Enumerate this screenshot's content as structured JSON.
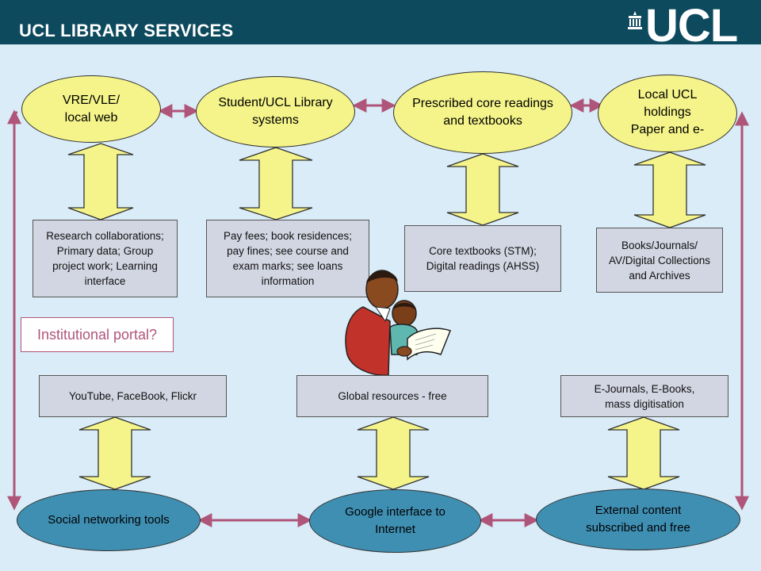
{
  "header": {
    "title": "UCL LIBRARY SERVICES",
    "logo_text": "UCL"
  },
  "top_ellipses": [
    {
      "label": "VRE/VLE/\nlocal web"
    },
    {
      "label": "Student/UCL Library\nsystems"
    },
    {
      "label": "Prescribed core readings\nand textbooks"
    },
    {
      "label": "Local UCL\nholdings\nPaper and e-"
    }
  ],
  "upper_boxes": [
    {
      "text": "Research collaborations;\nPrimary data; Group\nproject work; Learning\ninterface"
    },
    {
      "text": "Pay fees; book residences;\npay fines; see course and\nexam marks; see loans\ninformation"
    },
    {
      "text": "Core textbooks (STM);\nDigital readings (AHSS)"
    },
    {
      "text": "Books/Journals/\nAV/Digital Collections\nand Archives"
    }
  ],
  "portal_label": "Institutional portal?",
  "lower_boxes": [
    {
      "text": "YouTube, FaceBook, Flickr"
    },
    {
      "text": "Global resources - free"
    },
    {
      "text": "E-Journals, E-Books,\nmass digitisation"
    }
  ],
  "bottom_ellipses": [
    {
      "label": "Social networking tools"
    },
    {
      "label": "Google interface to\nInternet"
    },
    {
      "label": "External content\nsubscribed and free"
    }
  ],
  "colors": {
    "header_bg": "#0e4a5e",
    "yellow": "#f4f48a",
    "teal": "#3f8fb3",
    "connector": "#b0557a",
    "box_fill": "#d2d6e2"
  }
}
